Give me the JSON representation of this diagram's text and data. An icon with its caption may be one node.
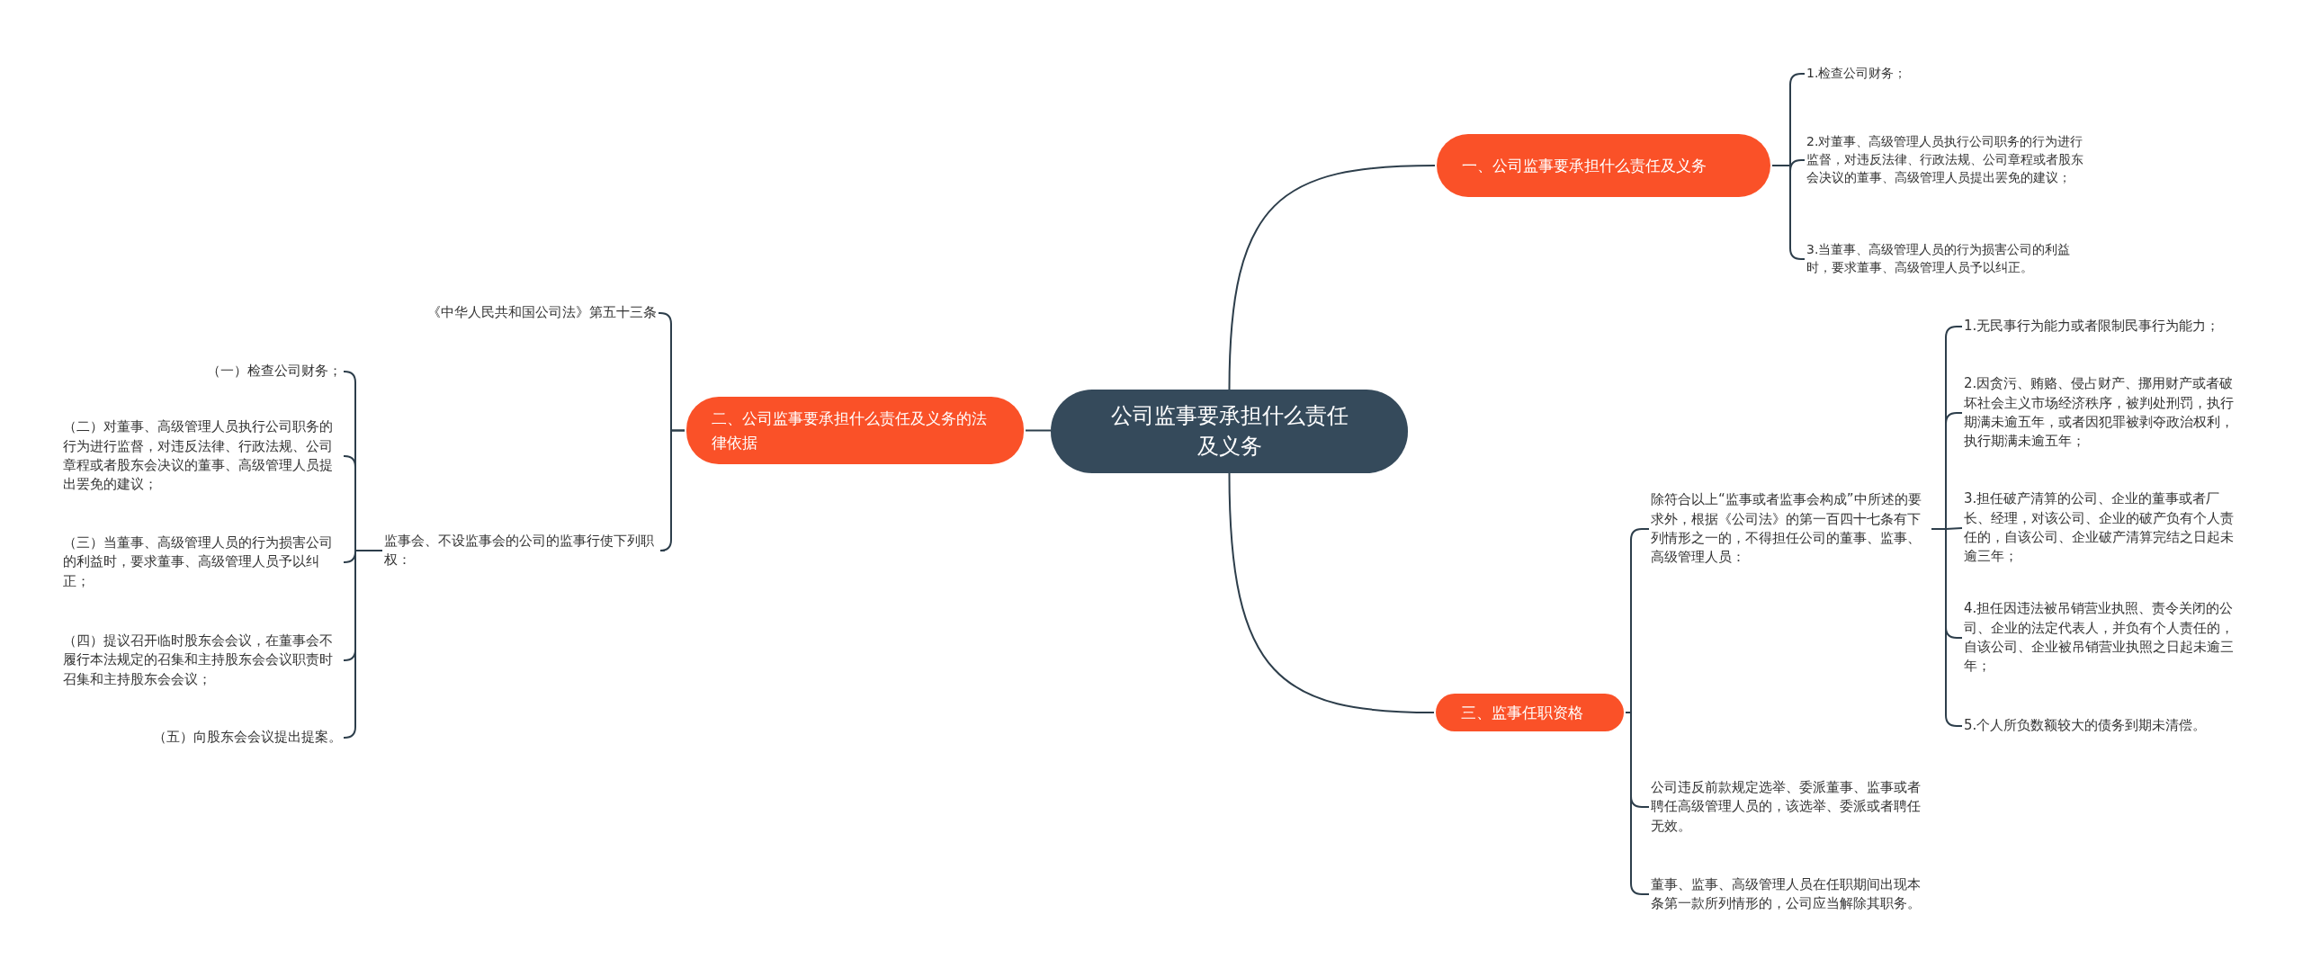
{
  "diagram": {
    "nodes": [
      {
        "text": [
          "公司监事要承担什么责任及义务"
        ]
      },
      {
        "text": [
          "一、公司监事要承担什么责任及义务"
        ]
      },
      {
        "text": [
          "1.检查公司财务；"
        ]
      },
      {
        "text": [
          "2.对董事、高级管理人员执行公司职务的行为进行监督，对违反法律、行政法规、公司章程或者股东会决议的董事、高级管理人员提出罢免的建议；"
        ]
      },
      {
        "text": [
          "3.当董事、高级管理人员的行为损害公司的利益时，要求董事、高级管理人员予以纠正。"
        ]
      },
      {
        "text": [
          "二、公司监事要承担什么责任及义务的法律依据"
        ]
      },
      {
        "text": [
          "《中华人民共和国公司法》第五十三条"
        ]
      },
      {
        "text": [
          "监事会、不设监事会的公司的监事行使下列职权："
        ]
      },
      {
        "text": [
          "（一）检查公司财务；"
        ]
      },
      {
        "text": [
          "（二）对董事、高级管理人员执行公司职务的行为进行监督，对违反法律、行政法规、公司章程或者股东会决议的董事、高级管理人员提出罢免的建议；"
        ]
      },
      {
        "text": [
          "（三）当董事、高级管理人员的行为损害公司的利益时，要求董事、高级管理人员予以纠正；"
        ]
      },
      {
        "text": [
          "（四）提议召开临时股东会会议，在董事会不履行本法规定的召集和主持股东会会议职责时召集和主持股东会会议；"
        ]
      },
      {
        "text": [
          "（五）向股东会会议提出提案。"
        ]
      },
      {
        "text": [
          "三、监事任职资格"
        ]
      },
      {
        "text": [
          "除符合以上“监事或者监事会构成”中所述的要求外，根据《公司法》的第一百四十七条有下列情形之一的，不得担任公司的董事、监事、高级管理人员："
        ]
      },
      {
        "text": [
          "1.无民事行为能力或者限制民事行为能力；"
        ]
      },
      {
        "text": [
          "2.因贪污、贿赂、侵占财产、挪用财产或者破坏社会主义市场经济秩序，被判处刑罚，执行期满未逾五年，或者因犯罪被剥夺政治权利，执行期满未逾五年；"
        ]
      },
      {
        "text": [
          "3.担任破产清算的公司、企业的董事或者厂长、经理，对该公司、企业的破产负有个人责任的，自该公司、企业破产清算完结之日起未逾三年；"
        ]
      },
      {
        "text": [
          "4.担任因违法被吊销营业执照、责令关闭的公司、企业的法定代表人，并负有个人责任的，自该公司、企业被吊销营业执照之日起未逾三年；"
        ]
      },
      {
        "text": [
          "5.个人所负数额较大的债务到期未清偿。"
        ]
      },
      {
        "text": [
          "公司违反前款规定选举、委派董事、监事或者聘任高级管理人员的，该选举、委派或者聘任无效。"
        ]
      },
      {
        "text": [
          "董事、监事、高级管理人员在任职期间出现本条第一款所列情形的，公司应当解除其职务。"
        ]
      }
    ],
    "edges": [
      {
        "from": 0,
        "to": 1,
        "arrow": "none"
      },
      {
        "from": 1,
        "to": 2,
        "arrow": "none"
      },
      {
        "from": 1,
        "to": 3,
        "arrow": "none"
      },
      {
        "from": 1,
        "to": 4,
        "arrow": "none"
      },
      {
        "from": 0,
        "to": 5,
        "arrow": "none"
      },
      {
        "from": 5,
        "to": 6,
        "arrow": "none"
      },
      {
        "from": 5,
        "to": 7,
        "arrow": "none"
      },
      {
        "from": 7,
        "to": 8,
        "arrow": "none"
      },
      {
        "from": 7,
        "to": 9,
        "arrow": "none"
      },
      {
        "from": 7,
        "to": 10,
        "arrow": "none"
      },
      {
        "from": 7,
        "to": 11,
        "arrow": "none"
      },
      {
        "from": 7,
        "to": 12,
        "arrow": "none"
      },
      {
        "from": 0,
        "to": 13,
        "arrow": "none"
      },
      {
        "from": 13,
        "to": 14,
        "arrow": "none"
      },
      {
        "from": 14,
        "to": 15,
        "arrow": "none"
      },
      {
        "from": 14,
        "to": 16,
        "arrow": "none"
      },
      {
        "from": 14,
        "to": 17,
        "arrow": "none"
      },
      {
        "from": 14,
        "to": 18,
        "arrow": "none"
      },
      {
        "from": 14,
        "to": 19,
        "arrow": "none"
      },
      {
        "from": 13,
        "to": 20,
        "arrow": "none"
      },
      {
        "from": 13,
        "to": 21,
        "arrow": "none"
      }
    ]
  }
}
